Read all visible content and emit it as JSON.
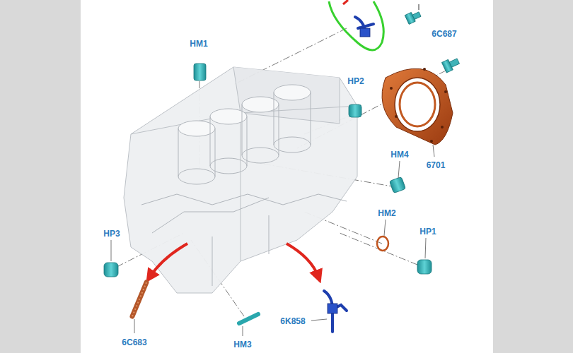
{
  "diagram": {
    "labels": [
      "HM1",
      "6C687",
      "HP2",
      "6701",
      "HM4",
      "HM2",
      "HP1",
      "HP3",
      "6C683",
      "HM3",
      "6K858"
    ]
  }
}
